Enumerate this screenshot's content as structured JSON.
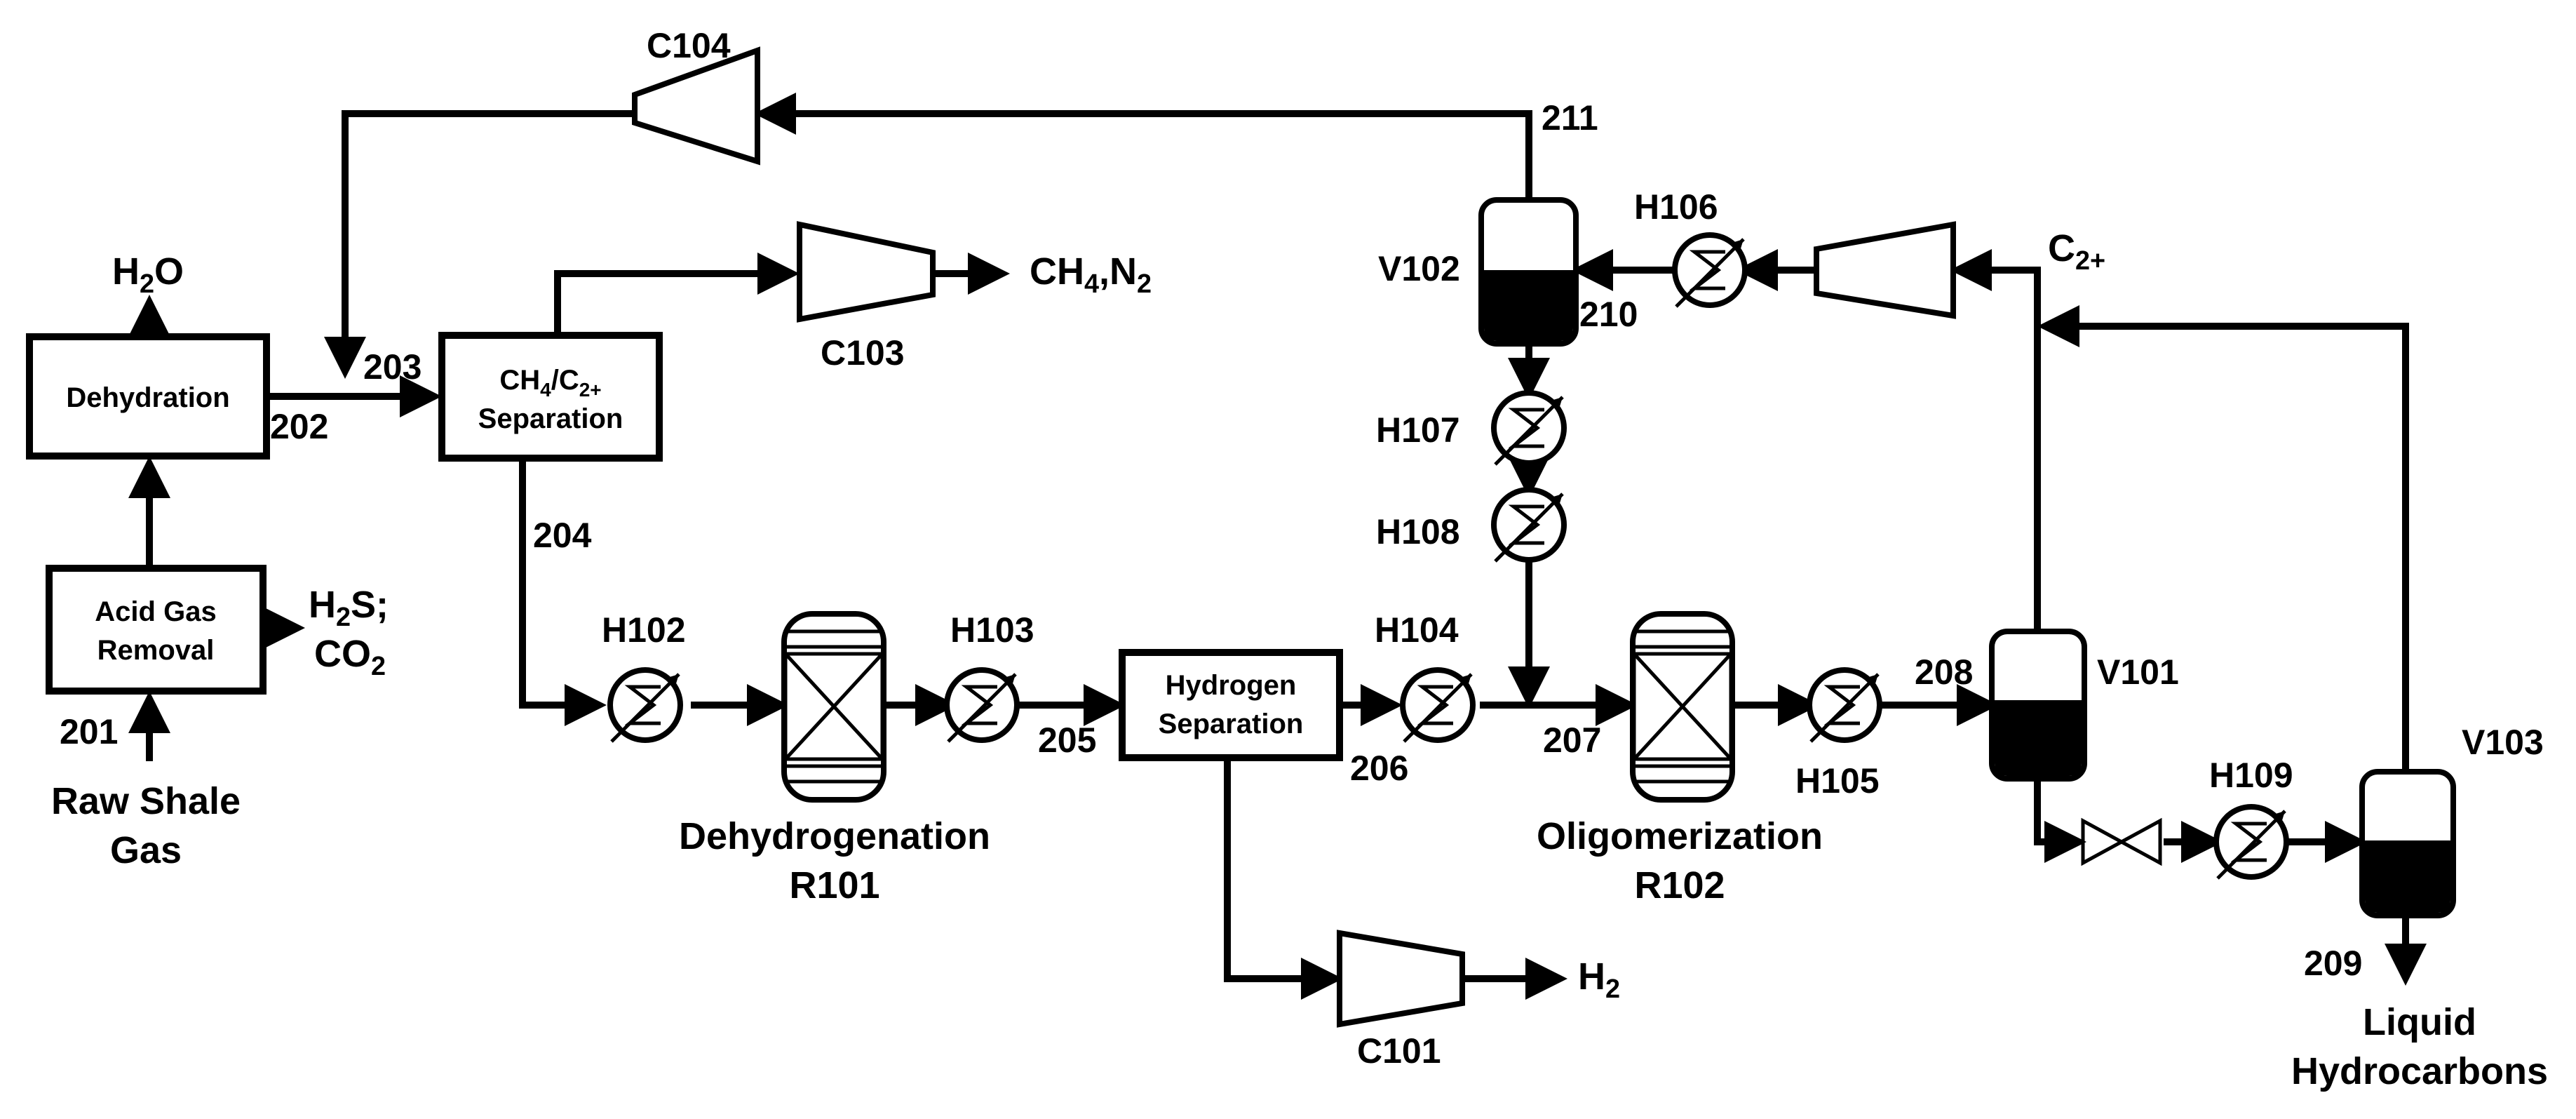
{
  "units": {
    "dehydration": "Dehydration",
    "acid_gas_1": "Acid Gas",
    "acid_gas_2": "Removal",
    "ch4c2_sep_1a": "CH",
    "ch4c2_sep_1b": "4",
    "ch4c2_sep_1c": "/C",
    "ch4c2_sep_1d": "2+",
    "ch4c2_sep_2": "Separation",
    "h2_sep_1": "Hydrogen",
    "h2_sep_2": "Separation"
  },
  "equipment": {
    "c101": "C101",
    "c103": "C103",
    "c104": "C104",
    "h102": "H102",
    "h103": "H103",
    "h104": "H104",
    "h105": "H105",
    "h106": "H106",
    "h107": "H107",
    "h108": "H108",
    "h109": "H109",
    "v101": "V101",
    "v102": "V102",
    "v103": "V103",
    "r101_name": "Dehydrogenation",
    "r101_id": "R101",
    "r102_name": "Oligomerization",
    "r102_id": "R102"
  },
  "streams": {
    "s201": "201",
    "s202": "202",
    "s203": "203",
    "s204": "204",
    "s205": "205",
    "s206": "206",
    "s207": "207",
    "s208": "208",
    "s209": "209",
    "s210": "210",
    "s211": "211"
  },
  "terminals": {
    "raw_1": "Raw Shale",
    "raw_2": "Gas",
    "water_a": "H",
    "water_b": "2",
    "water_c": "O",
    "h2s_a": "H",
    "h2s_b": "2",
    "h2s_c": "S;",
    "co2_a": "CO",
    "co2_b": "2",
    "ch4n2_a": "CH",
    "ch4n2_b": "4",
    "ch4n2_c": ",N",
    "ch4n2_d": "2",
    "h2_a": "H",
    "h2_b": "2",
    "c2plus_a": "C",
    "c2plus_b": "2+",
    "liquid_1": "Liquid",
    "liquid_2": "Hydrocarbons"
  }
}
